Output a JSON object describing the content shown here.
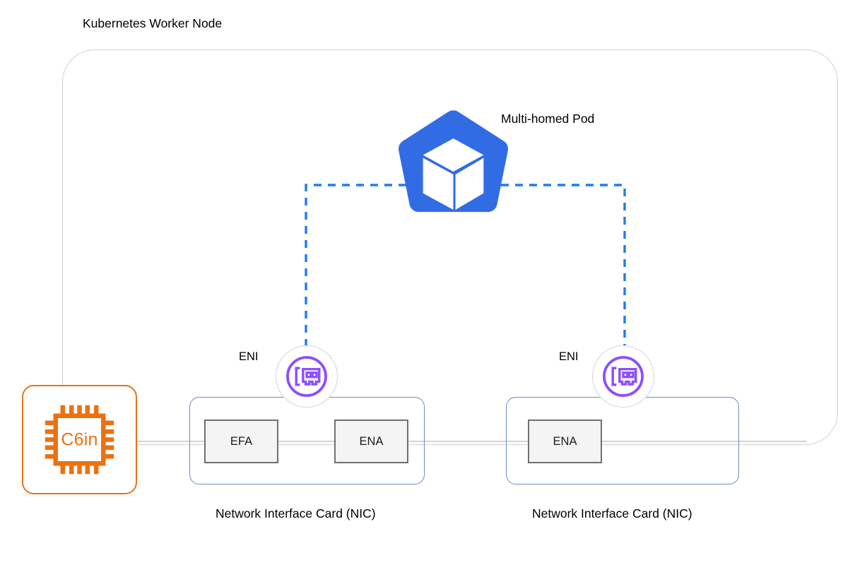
{
  "diagram": {
    "title": "Kubernetes Worker Node",
    "pod_label": "Multi-homed Pod",
    "colors": {
      "node_border": "#cfcfcf",
      "pod_blue": "#326CE5",
      "link_blue": "#1f7ced",
      "eni_purple": "#8C4FFF",
      "eni_ring": "#d4d4d4",
      "nic_border": "#6b8cc0",
      "port_border": "#707070",
      "port_fill": "#f4f4f4",
      "instance_orange": "#ec7211",
      "wire_gray": "#d6d6d6"
    }
  },
  "instance": {
    "name": "C6in",
    "icon": "cpu-chip-icon"
  },
  "pod": {
    "name": "Multi-homed Pod",
    "icon": "kubernetes-logo-icon"
  },
  "enis": [
    {
      "label": "ENI",
      "icon": "network-interface-card-icon"
    },
    {
      "label": "ENI",
      "icon": "network-interface-card-icon"
    }
  ],
  "nics": [
    {
      "caption": "Network Interface Card (NIC)",
      "ports": [
        {
          "label": "EFA"
        },
        {
          "label": "ENA"
        }
      ]
    },
    {
      "caption": "Network Interface Card (NIC)",
      "ports": [
        {
          "label": "ENA"
        }
      ]
    }
  ]
}
